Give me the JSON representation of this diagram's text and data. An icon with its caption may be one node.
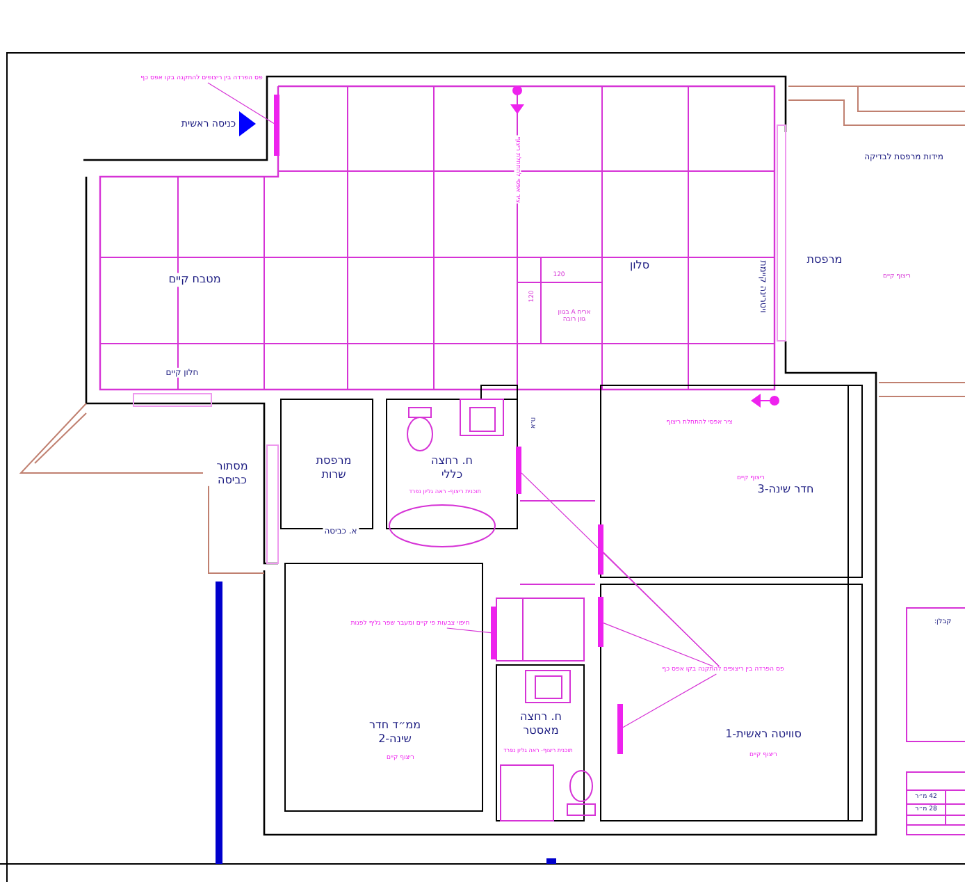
{
  "diagram": {
    "nodes": [
      {
        "text": [
          "פס הפרדה בין ריצופים להתקנה בקו אפס כף"
        ]
      },
      {
        "text": [],
        "shape": "bar"
      },
      {
        "text": [
          "חיפוי צבעות פי קיים ומעבר שפר גליף לפנות"
        ]
      },
      {
        "text": [],
        "shape": "bar"
      },
      {
        "text": [
          "פס הפרדה בין ריצופים להתקנה בקו אפס כף"
        ]
      },
      {
        "text": [],
        "shape": "bar"
      },
      {
        "text": [],
        "shape": "bar"
      },
      {
        "text": [],
        "shape": "bar"
      },
      {
        "text": [],
        "shape": "bar"
      }
    ],
    "edges": [
      {
        "from": 0,
        "to": 1,
        "arrow": "none"
      },
      {
        "from": 2,
        "to": 3,
        "arrow": "none"
      },
      {
        "from": 4,
        "to": 5,
        "arrow": "none"
      },
      {
        "from": 4,
        "to": 6,
        "arrow": "none"
      },
      {
        "from": 4,
        "to": 7,
        "arrow": "none"
      },
      {
        "from": 4,
        "to": 8,
        "arrow": "none"
      }
    ],
    "labels": [
      "כניסה ראשית",
      "ציר אפסי להתחלת ריצוף",
      "מידות מרפסת לבדיקה",
      "מטבח קיים",
      "סלון",
      "120",
      "120",
      "אריח A בגוון גוון רובה",
      "ויטרינה קיימת",
      "מרפסת",
      "ריצוף קיים",
      "חלון קיים",
      "ציר אפסי להתחלת ריצוף",
      "א.ח",
      "מסתור כביסה",
      "מרפסת שרות",
      "ח. רחצה כללי",
      "תוכנית ריצוף- ראה גליון נפרד",
      "א. כביסה",
      "חדר שינה-3",
      "ריצוף קיים",
      "ממ״ד חדר שינה-2",
      "ריצוף קיים",
      "ח. רחצה מאסטר",
      "תוכנית ריצוף- ראה גליון נפרד",
      "סוויטה ראשית-1",
      "ריצוף קיים",
      "קבלן:",
      "42 מ״ר",
      "28 מ״ר"
    ]
  }
}
